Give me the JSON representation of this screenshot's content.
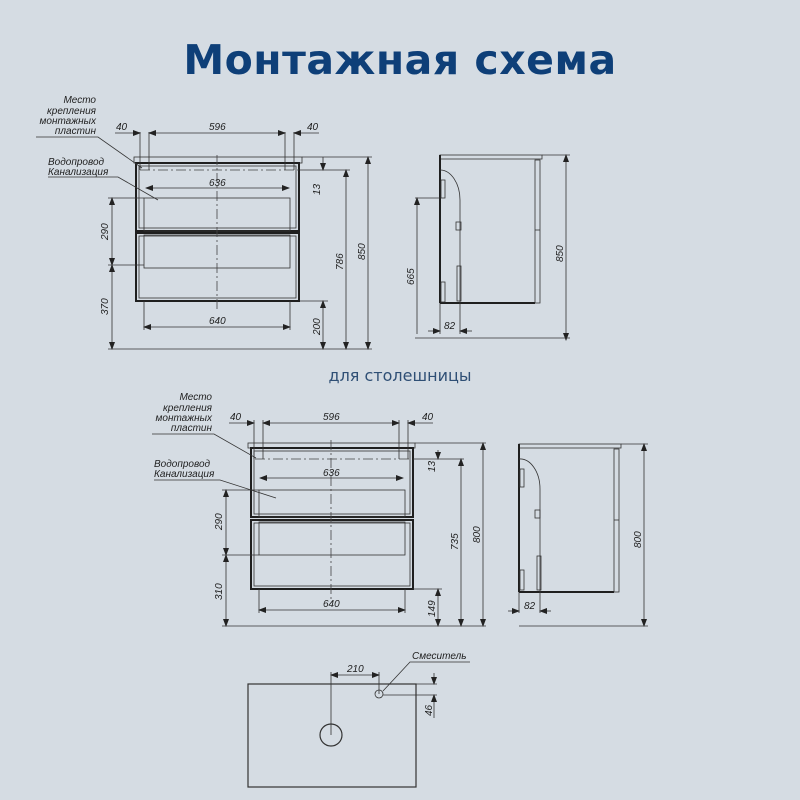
{
  "title": "Монтажная схема",
  "subtitle": "для столешницы",
  "diagram1": {
    "labels": {
      "mount_line1": "Место",
      "mount_line2": "крепления",
      "mount_line3": "монтажных",
      "mount_line4": "пластин",
      "pipe_line1": "Водопровод",
      "pipe_line2": "Канализация"
    },
    "dims": {
      "left_offset": "40",
      "plate_span": "596",
      "right_offset": "40",
      "inner_width": "636",
      "bottom_width": "640",
      "top_gap": "13",
      "height_inner": "786",
      "height_total": "850",
      "pipe_zone": "290",
      "pipe_from_floor": "370",
      "cabinet_from_floor": "200",
      "side_height": "665",
      "side_depth": "82",
      "side_total": "850"
    }
  },
  "diagram2": {
    "labels": {
      "mount_line1": "Место",
      "mount_line2": "крепления",
      "mount_line3": "монтажных",
      "mount_line4": "пластин",
      "pipe_line1": "Водопровод",
      "pipe_line2": "Канализация"
    },
    "dims": {
      "left_offset": "40",
      "plate_span": "596",
      "right_offset": "40",
      "inner_width": "636",
      "bottom_width": "640",
      "top_gap": "13",
      "height_inner": "735",
      "height_total": "800",
      "pipe_zone": "290",
      "pipe_from_floor": "310",
      "cabinet_from_floor": "149",
      "side_depth": "82",
      "side_total": "800"
    }
  },
  "top_view": {
    "mixer_label": "Смеситель",
    "mixer_offset": "210",
    "mixer_from_edge": "46"
  },
  "colors": {
    "background": "#d5dce3",
    "title": "#0e3f78",
    "subtitle": "#2f4f75",
    "line": "#1f1f1f"
  }
}
